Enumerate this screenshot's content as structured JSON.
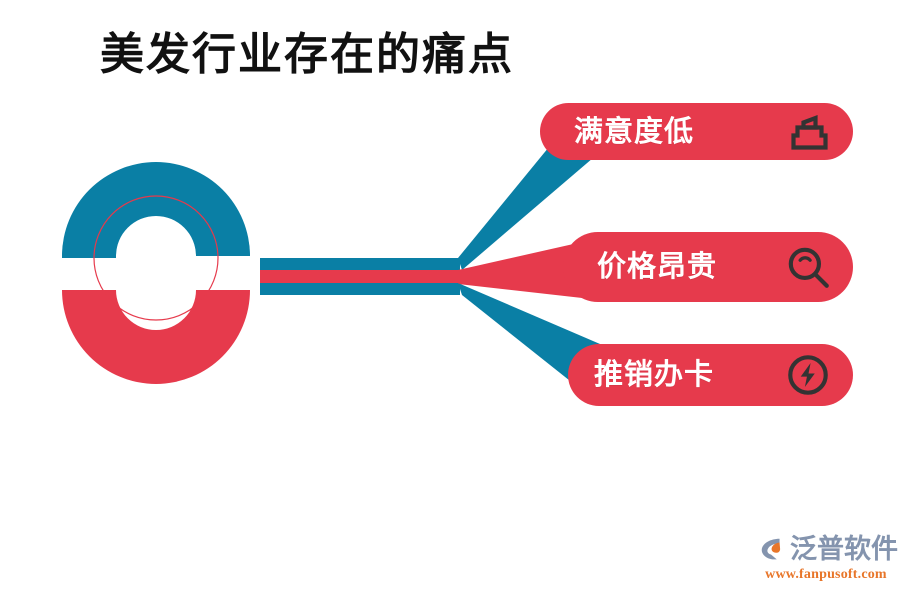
{
  "page": {
    "title": "美发行业存在的痛点",
    "background_color": "#FFFFFF"
  },
  "colors": {
    "teal": "#0A7FA5",
    "red": "#E63A4C",
    "icon_dark": "#333333",
    "title_text": "#111111",
    "pill_text": "#FFFFFF",
    "logo_word": "#8494AE",
    "logo_url": "#E8762A",
    "logo_accent": "#E8762A"
  },
  "diagram": {
    "hub": {
      "name": "split-donut",
      "top_half_color": "#0A7FA5",
      "bottom_half_color": "#E63A4C",
      "inner_outline_color": "#E63A4C"
    },
    "stem": {
      "stripes": [
        "#0A7FA5",
        "#E63A4C",
        "#0A7FA5"
      ]
    },
    "branches": [
      {
        "name": "branch-to-pill-1",
        "color": "#0A7FA5",
        "direction": "up"
      },
      {
        "name": "branch-to-pill-2",
        "color": "#E63A4C",
        "direction": "straight"
      },
      {
        "name": "branch-to-pill-3",
        "color": "#0A7FA5",
        "direction": "down"
      }
    ]
  },
  "pills": [
    {
      "label": "满意度低",
      "icon": "stamp-icon",
      "background": "#E63A4C",
      "text_color": "#FFFFFF"
    },
    {
      "label": "价格昂贵",
      "icon": "magnifier-icon",
      "background": "#E63A4C",
      "text_color": "#FFFFFF"
    },
    {
      "label": "推销办卡",
      "icon": "bolt-circle-icon",
      "background": "#E63A4C",
      "text_color": "#FFFFFF"
    }
  ],
  "logo": {
    "wordmark": "泛普软件",
    "url": "www.fanpusoft.com",
    "mark_icon": "fanpu-swoosh-icon"
  }
}
